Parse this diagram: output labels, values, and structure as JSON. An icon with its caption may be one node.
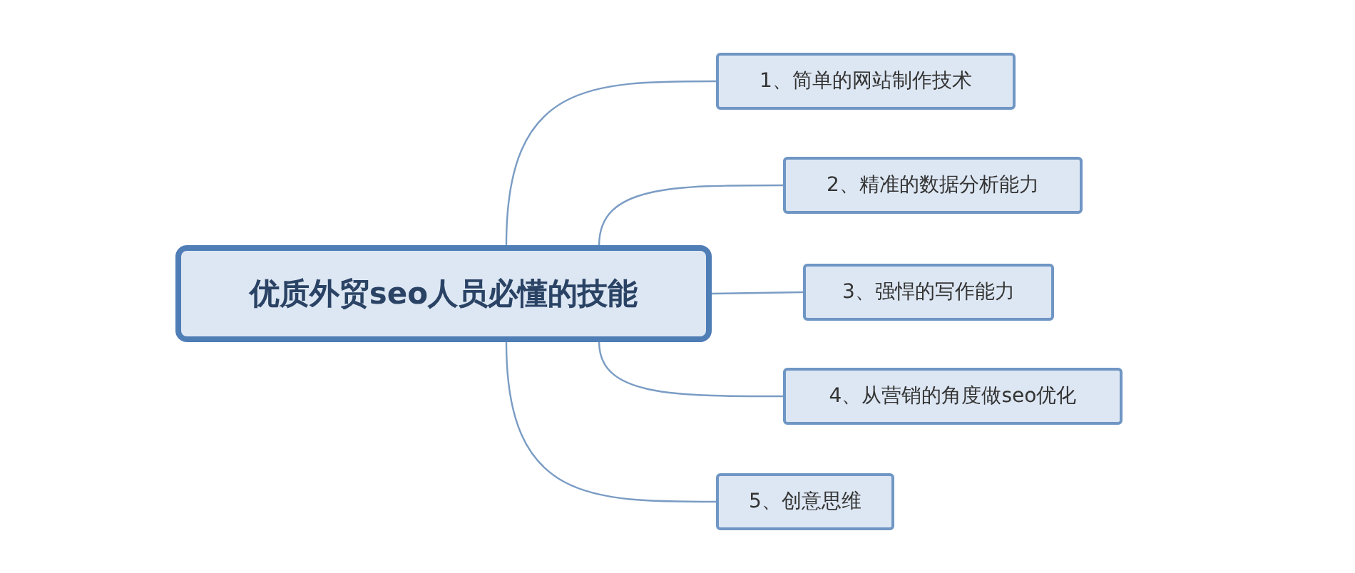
{
  "diagram": {
    "nodes": [
      {
        "text": [
          "优质外贸seo人员必懂的技能"
        ]
      },
      {
        "text": [
          "1、简单的网站制作技术"
        ]
      },
      {
        "text": [
          "2、精准的数据分析能力"
        ]
      },
      {
        "text": [
          "3、强悍的写作能力"
        ]
      },
      {
        "text": [
          "4、从营销的角度做seo优化"
        ]
      },
      {
        "text": [
          "5、创意思维"
        ]
      }
    ],
    "edges": [
      {
        "from": 0,
        "to": 1,
        "arrow": "none"
      },
      {
        "from": 0,
        "to": 2,
        "arrow": "none"
      },
      {
        "from": 0,
        "to": 3,
        "arrow": "none"
      },
      {
        "from": 0,
        "to": 4,
        "arrow": "none"
      },
      {
        "from": 0,
        "to": 5,
        "arrow": "none"
      }
    ]
  }
}
